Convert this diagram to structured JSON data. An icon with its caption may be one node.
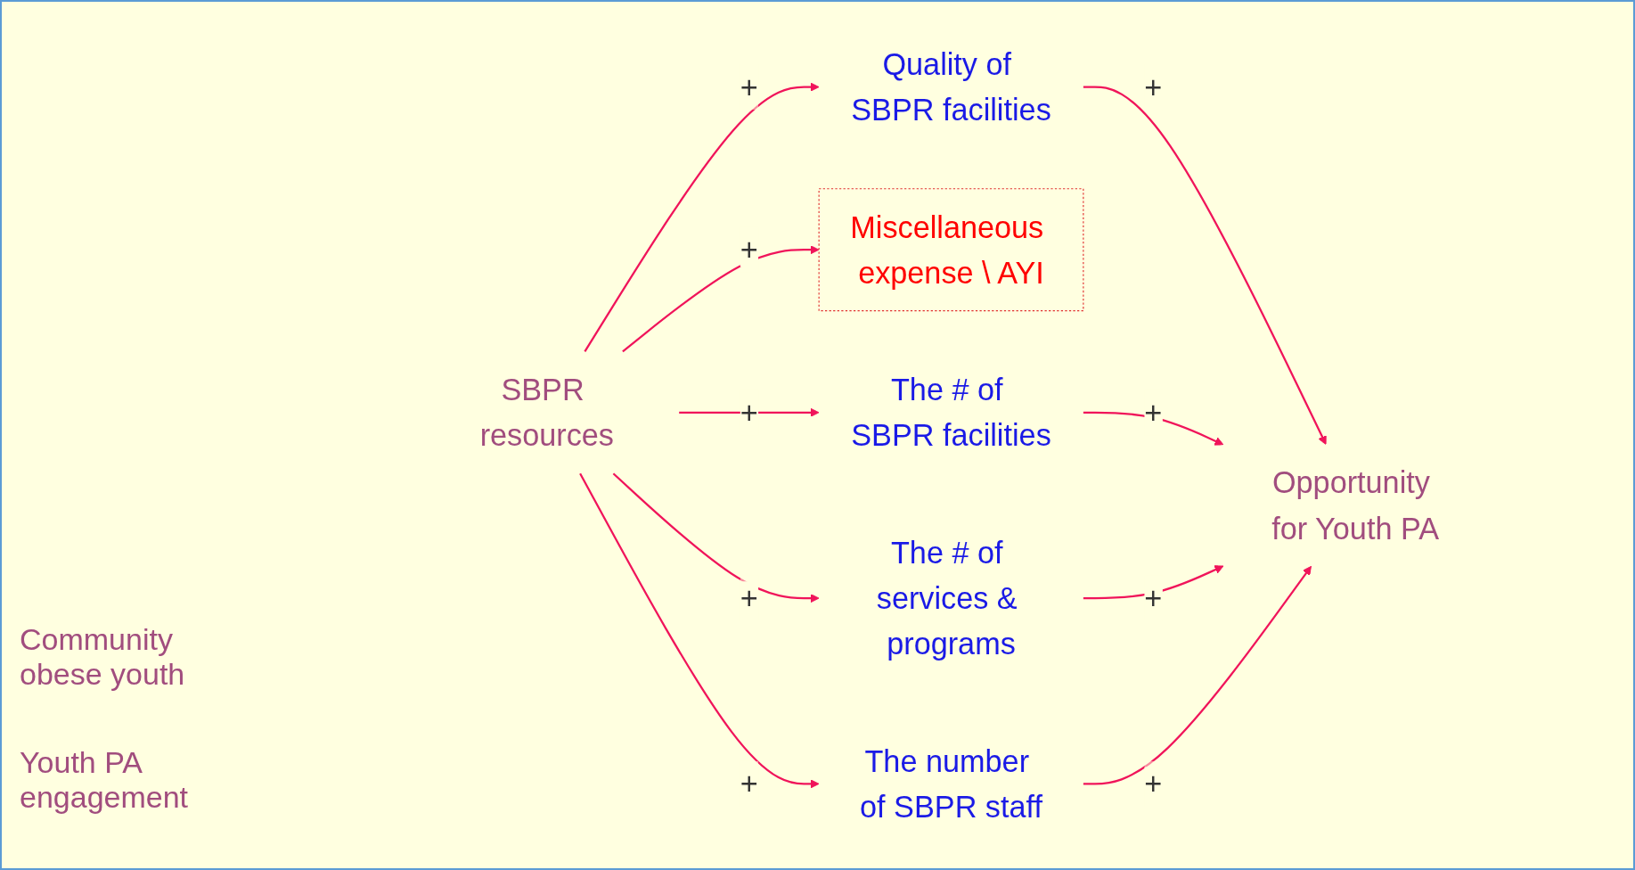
{
  "diagram": {
    "nodes": [
      {
        "text": [
          "SBPR resources"
        ]
      },
      {
        "text": [
          "Quality of SBPR facilities"
        ]
      },
      {
        "text": [
          "Miscellaneous expense \\ AYI"
        ]
      },
      {
        "text": [
          "The # of SBPR facilities"
        ]
      },
      {
        "text": [
          "The # of services & programs"
        ]
      },
      {
        "text": [
          "Opportunity for Youth PA"
        ]
      },
      {
        "text": [
          "The number of SBPR staff"
        ]
      }
    ],
    "edges": [
      {
        "from": 0,
        "to": 2,
        "arrow": "to",
        "label": "+"
      },
      {
        "from": 0,
        "to": 1,
        "arrow": "to",
        "label": "+"
      },
      {
        "from": 0,
        "to": 3,
        "arrow": "to",
        "label": "+"
      },
      {
        "from": 0,
        "to": 4,
        "arrow": "to",
        "label": "+"
      },
      {
        "from": 0,
        "to": 6,
        "arrow": "to",
        "label": "+"
      },
      {
        "from": 1,
        "to": 5,
        "arrow": "to",
        "label": "+"
      },
      {
        "from": 3,
        "to": 5,
        "arrow": "to",
        "label": "+"
      },
      {
        "from": 4,
        "to": 5,
        "arrow": "to",
        "label": "+"
      },
      {
        "from": 6,
        "to": 5,
        "arrow": "to",
        "label": "+"
      }
    ],
    "labels": [
      "Community obese youth",
      "Youth PA engagement"
    ]
  }
}
